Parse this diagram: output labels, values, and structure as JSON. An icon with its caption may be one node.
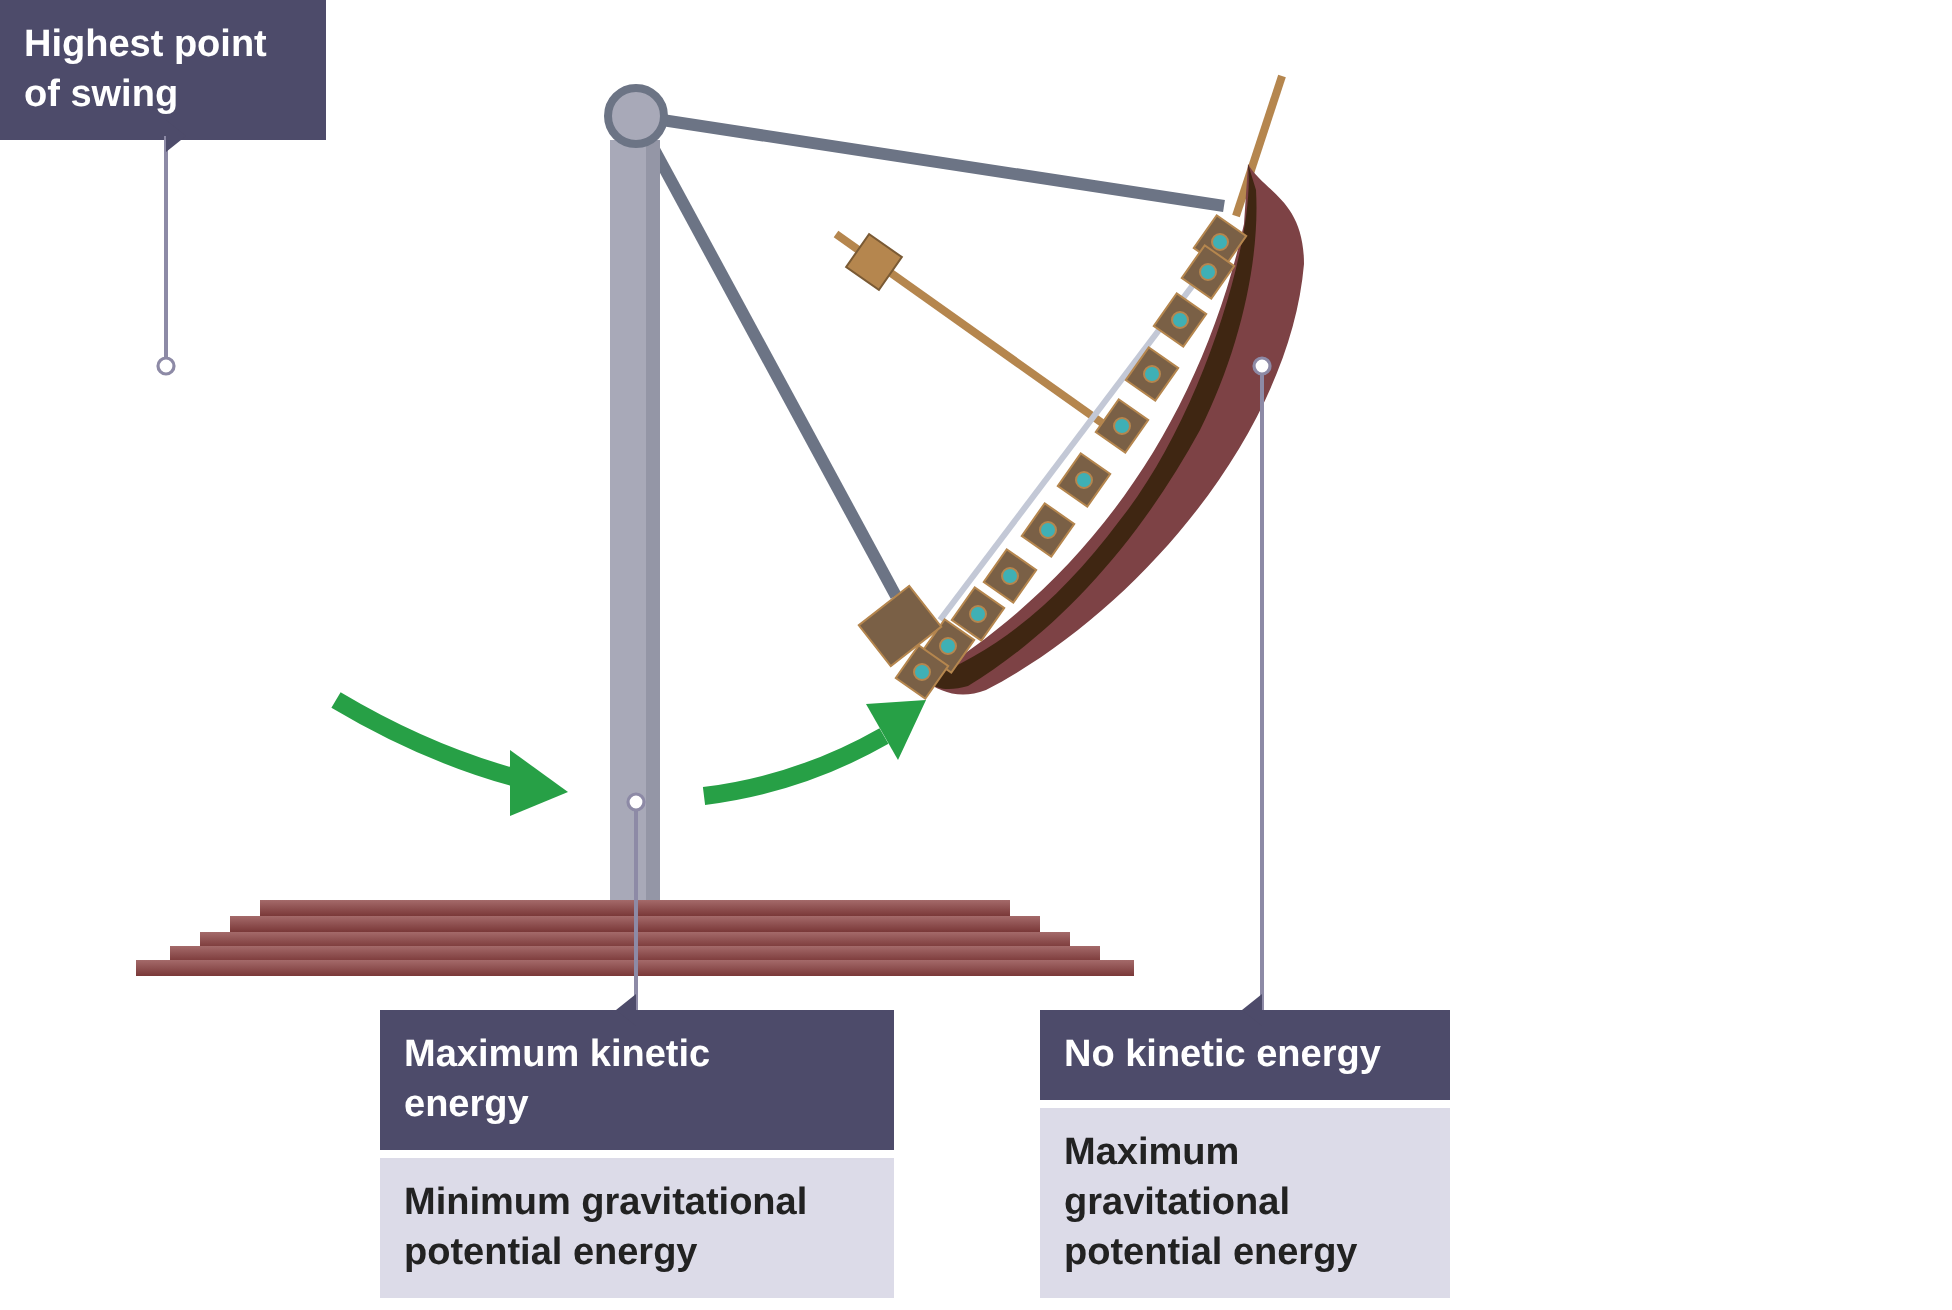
{
  "diagram": {
    "nodes": [
      {
        "text": [
          "Highest point of swing"
        ]
      },
      {
        "text": [
          "Maximum kinetic energy",
          "Minimum gravitational potential energy"
        ]
      },
      {
        "text": [
          "No kinetic energy",
          "Maximum gravitational potential energy"
        ]
      },
      {
        "text": [],
        "shape": "bar"
      },
      {
        "text": [],
        "shape": "picture"
      }
    ],
    "edges": [
      {
        "from": 0,
        "to": null,
        "arrow": "other"
      },
      {
        "from": 1,
        "to": 3,
        "arrow": "other"
      },
      {
        "from": 2,
        "to": 4,
        "arrow": "other"
      }
    ]
  }
}
